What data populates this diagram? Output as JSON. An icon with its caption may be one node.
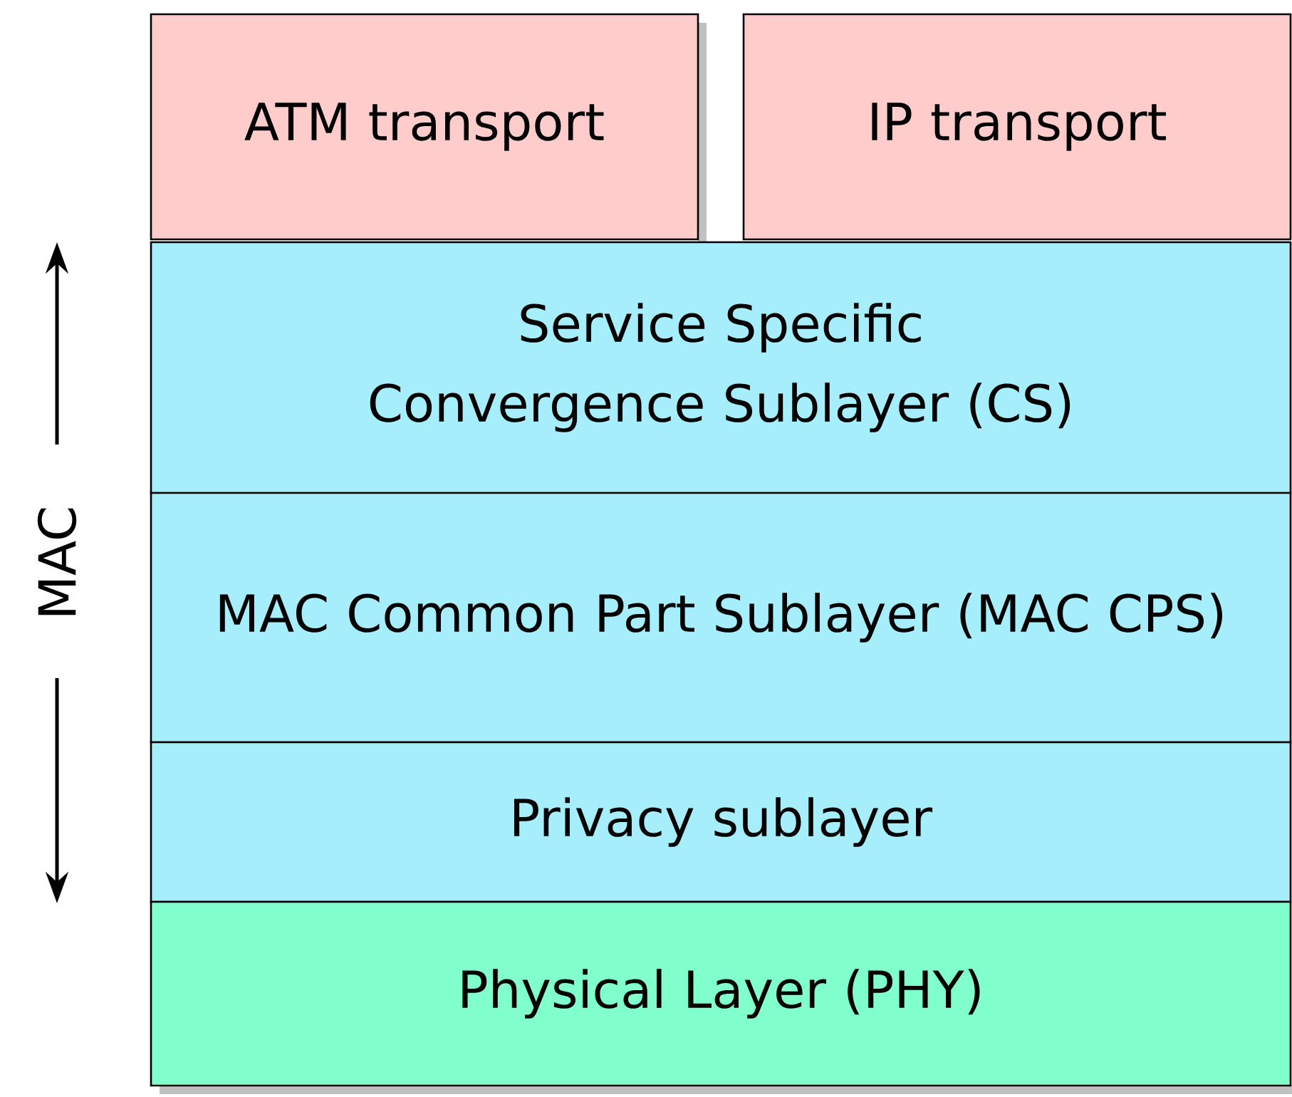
{
  "diagram": {
    "nodes": [
      {
        "text": [
          "ATM transport"
        ]
      },
      {
        "text": [
          "IP transport"
        ]
      },
      {
        "text": [
          "Service Specific Convergence Sublayer (CS)"
        ]
      },
      {
        "text": [
          "MAC Common Part Sublayer (MAC CPS)"
        ]
      },
      {
        "text": [
          "Privacy sublayer"
        ]
      },
      {
        "text": [
          "Physical Layer (PHY)"
        ]
      }
    ],
    "labels": [
      "MAC"
    ]
  }
}
